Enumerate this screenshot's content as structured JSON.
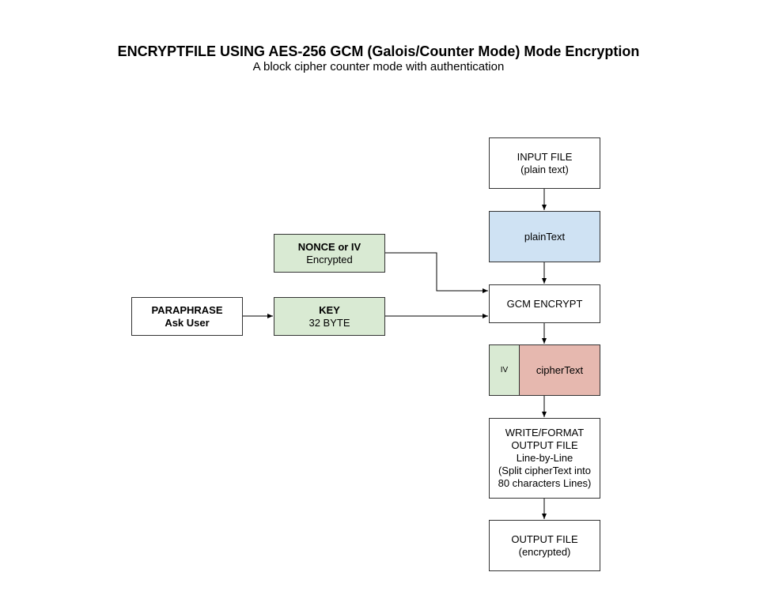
{
  "header": {
    "title": "ENCRYPTFILE USING AES-256 GCM (Galois/Counter Mode) Mode Encryption",
    "subtitle": "A block cipher counter mode with authentication"
  },
  "nodes": {
    "input_file": {
      "line1": "INPUT FILE",
      "line2": "(plain text)"
    },
    "plain_text": {
      "label": "plainText"
    },
    "nonce": {
      "line1": "NONCE or IV",
      "line2": "Encrypted"
    },
    "paraphrase": {
      "line1": "PARAPHRASE",
      "line2": "Ask User"
    },
    "key": {
      "line1": "KEY",
      "line2": "32 BYTE"
    },
    "gcm_encrypt": {
      "label": "GCM ENCRYPT"
    },
    "iv": {
      "label": "IV"
    },
    "cipher_text": {
      "label": "cipherText"
    },
    "write_output": {
      "line1": "WRITE/FORMAT",
      "line2": "OUTPUT FILE",
      "line3": "Line-by-Line",
      "line4": "(Split cipherText into",
      "line5": "80 characters Lines)"
    },
    "output_file": {
      "line1": "OUTPUT FILE",
      "line2": "(encrypted)"
    }
  },
  "colors": {
    "green": "#d9ead3",
    "blue": "#cfe2f3",
    "red": "#e6b8af",
    "border": "#333333"
  }
}
